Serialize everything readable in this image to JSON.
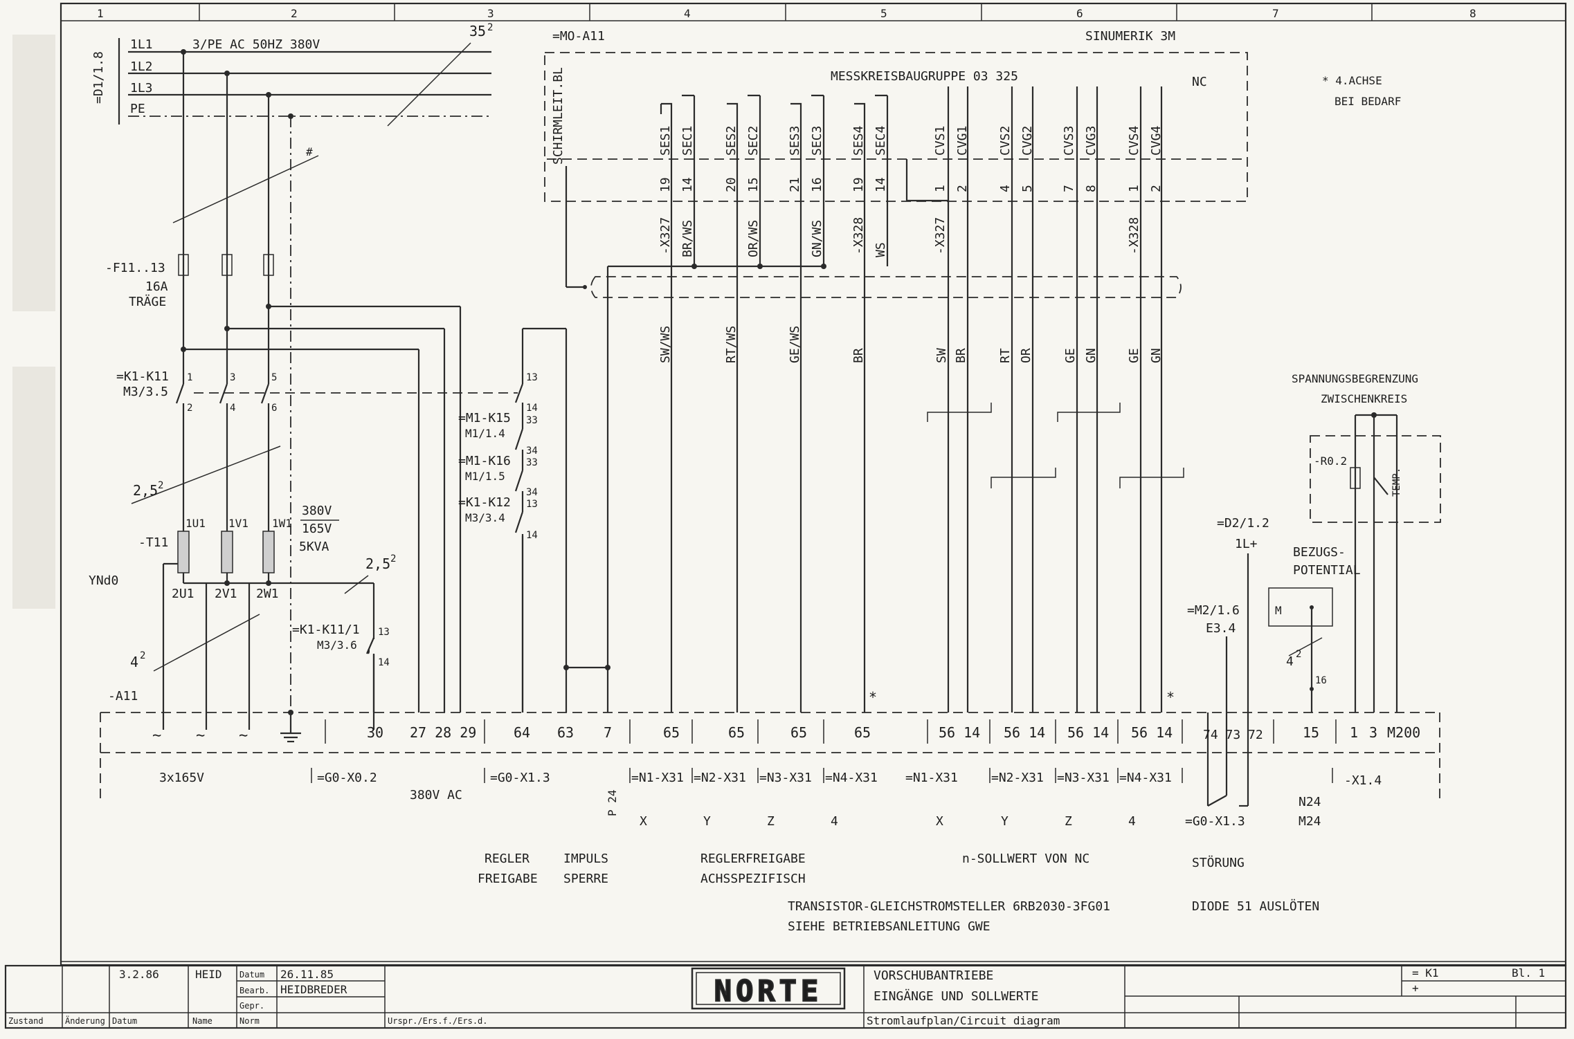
{
  "columns": [
    "1",
    "2",
    "3",
    "4",
    "5",
    "6",
    "7",
    "8"
  ],
  "header": {
    "mo_ref": "=MO-A11",
    "system": "SINUMERIK 3M",
    "module": "MESSKREISBAUGRUPPE 03 325",
    "nc": "NC",
    "shield_label": "SCHIRMLEIT.BL",
    "note_line1": "* 4.ACHSE",
    "note_line2": "BEI BEDARF"
  },
  "supply": {
    "ref": "=D1/1.8",
    "l1": "1L1",
    "l2": "1L2",
    "l3": "1L3",
    "pe": "PE",
    "voltage": "3/PE AC 50HZ 380V",
    "cable_35": "35",
    "cable_35_sup": "2",
    "hash": "#"
  },
  "left_components": {
    "fuse": "-F11..13",
    "fuse_rating": "16A",
    "fuse_type": "TRÄGE",
    "contactor": "=K1-K11",
    "contactor_ref": "M3/3.5",
    "c1": "1",
    "c3": "3",
    "c5": "5",
    "c2": "2",
    "c4": "4",
    "c6": "6",
    "cable_25a": "2,5",
    "cable_25b": "2,5",
    "cable_4": "4",
    "sup2": "2",
    "transformer": "-T11",
    "winding": "YNd0",
    "u1": "1U1",
    "v1": "1V1",
    "w1": "1W1",
    "u2": "2U1",
    "v2": "2V1",
    "w2": "2W1",
    "ratio_top": "380V",
    "ratio_bottom": "165V",
    "power": "5KVA",
    "aux_contact": "=K1-K11/1",
    "aux_ref": "M3/3.6",
    "aux_13": "13",
    "aux_14": "14",
    "a11": "-A11"
  },
  "relays": [
    {
      "name": "=M1-K15",
      "ref": "M1/1.4",
      "top": "14",
      "bottom": "33"
    },
    {
      "name": "=M1-K16",
      "ref": "M1/1.5",
      "top": "34",
      "bottom": "33"
    },
    {
      "name": "=K1-K12",
      "ref": "M3/3.4",
      "top": "34",
      "bottom": "13"
    }
  ],
  "relay_extra": {
    "r13": "13",
    "r14": "14"
  },
  "measure_signals": [
    "SES1",
    "SEC1",
    "SES2",
    "SEC2",
    "SES3",
    "SEC3",
    "SES4",
    "SEC4",
    "CVS1",
    "CVG1",
    "CVS2",
    "CVG2",
    "CVS3",
    "CVG3",
    "CVS4",
    "CVG4"
  ],
  "measure_pins": [
    "19",
    "14",
    "20",
    "15",
    "21",
    "16",
    "19",
    "14",
    "1",
    "2",
    "4",
    "5",
    "7",
    "8",
    "1",
    "2"
  ],
  "wire_ids": {
    "x327a": "-X327",
    "brws": "BR/WS",
    "orws": "OR/WS",
    "gnws": "GN/WS",
    "x328a": "-X328",
    "ws": "WS",
    "x327b": "-X327",
    "x328b": "-X328"
  },
  "wire_colors": [
    "SW/WS",
    "RT/WS",
    "GE/WS",
    "BR",
    "SW",
    "BR",
    "RT",
    "OR",
    "GE",
    "GN",
    "GE",
    "GN"
  ],
  "terminals": [
    "30",
    "27 28 29",
    "64",
    "63",
    "7",
    "65",
    "65",
    "65",
    "65",
    "56 14",
    "56 14",
    "56 14",
    "56 14",
    "74 73 72",
    "15",
    "1",
    "3",
    "M200"
  ],
  "bottom_refs": {
    "v165": "3x165V",
    "gx02": "=G0-X0.2",
    "v380": "380V AC",
    "gx13": "=G0-X1.3",
    "p24": "P 24",
    "n1": "=N1-X31",
    "n2": "=N2-X31",
    "n3": "=N3-X31",
    "n4": "=N4-X31",
    "x14": "-X1.4",
    "n24": "N24",
    "m24": "M24",
    "gx13b": "=G0-X1.3"
  },
  "axes": [
    "X",
    "Y",
    "Z",
    "4",
    "X",
    "Y",
    "Z",
    "4"
  ],
  "functions": {
    "regler1": "REGLER",
    "regler2": "FREIGABE",
    "impuls1": "IMPULS",
    "impuls2": "SPERRE",
    "rf1": "REGLERFREIGABE",
    "rf2": "ACHSSPEZIFISCH",
    "sollwert": "n-SOLLWERT VON NC",
    "stoerung": "STÖRUNG",
    "trans1": "TRANSISTOR-GLEICHSTROMSTELLER 6RB2030-3FG01",
    "trans2": "SIEHE BETRIEBSANLEITUNG GWE",
    "diode": "DIODE 51 AUSLÖTEN"
  },
  "right_side": {
    "spannung1": "SPANNUNGSBEGRENZUNG",
    "spannung2": "ZWISCHENKREIS",
    "r02": "-R0.2",
    "temp": "TEMP.",
    "d2": "=D2/1.2",
    "l1plus": "1L+",
    "bezug1": "BEZUGS-",
    "bezug2": "POTENTIAL",
    "m": "M",
    "m2": "=M2/1.6",
    "e34": "E3.4",
    "cable4": "4",
    "sup2": "2",
    "pin16": "16"
  },
  "title_block": {
    "rev_date": "3.2.86",
    "rev_name": "HEID",
    "datum_label": "Datum",
    "bearb_label": "Bearb.",
    "gepr_label": "Gepr.",
    "norm_label": "Norm",
    "datum": "26.11.85",
    "bearb": "HEIDBREDER",
    "zustand": "Zustand",
    "aenderung": "Änderung",
    "datum2": "Datum",
    "name": "Name",
    "urspr": "Urspr./Ers.f./Ers.d.",
    "logo": "NORTE",
    "title1": "VORSCHUBANTRIEBE",
    "title2": "EINGÄNGE UND SOLLWERTE",
    "subtitle": "Stromlaufplan/Circuit diagram",
    "ref": "= K1",
    "plus": "+",
    "sheet": "Bl. 1"
  },
  "star": "*"
}
